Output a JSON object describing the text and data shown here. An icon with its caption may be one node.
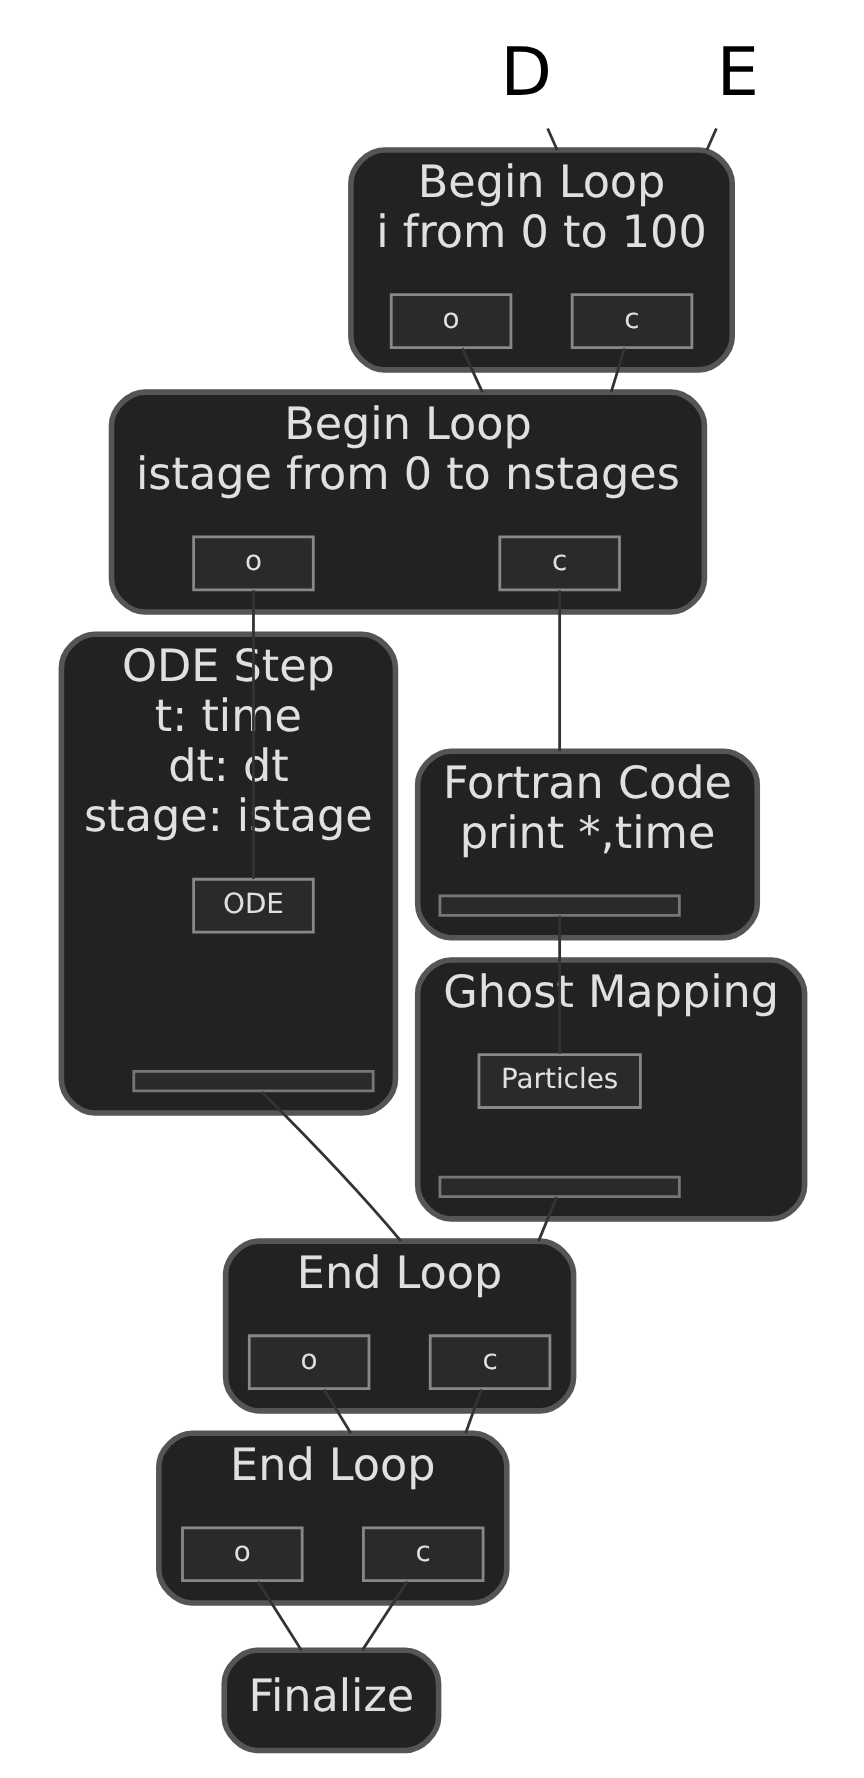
{
  "diagram": {
    "nodes": [
      {
        "text": [
          "D"
        ]
      },
      {
        "text": [
          "E"
        ]
      },
      {
        "text": [
          "Begin Loop",
          "i from 0 to 100"
        ]
      },
      {
        "text": [
          "c"
        ],
        "in": 2
      },
      {
        "text": [
          "o"
        ],
        "in": 2
      },
      {
        "text": [
          "Begin Loop",
          "istage from 0 to nstages"
        ]
      },
      {
        "text": [
          "c"
        ],
        "in": 5
      },
      {
        "text": [
          "o"
        ],
        "in": 5
      },
      {
        "text": [
          "Fortran Code",
          "print *,time"
        ]
      },
      {
        "text": [],
        "shape": "bar",
        "in": 8
      },
      {
        "text": [
          "Ghost Mapping"
        ]
      },
      {
        "text": [
          "Particles"
        ],
        "in": 10
      },
      {
        "text": [],
        "shape": "bar",
        "in": 10
      },
      {
        "text": [
          "ODE Step",
          "t: time",
          "dt: dt",
          "stage: istage"
        ]
      },
      {
        "text": [
          "ODE"
        ],
        "in": 13
      },
      {
        "text": [],
        "shape": "bar",
        "in": 13
      },
      {
        "text": [
          "End Loop"
        ]
      },
      {
        "text": [
          "c"
        ],
        "in": 16
      },
      {
        "text": [
          "o"
        ],
        "in": 16
      },
      {
        "text": [
          "End Loop"
        ]
      },
      {
        "text": [
          "c"
        ],
        "in": 19
      },
      {
        "text": [
          "o"
        ],
        "in": 19
      },
      {
        "text": [
          "Finalize"
        ]
      }
    ],
    "edges": [
      {
        "from": 0,
        "to": 2,
        "arrow": "none"
      },
      {
        "from": 1,
        "to": 2,
        "arrow": "none"
      },
      {
        "from": 3,
        "to": 5,
        "arrow": "none"
      },
      {
        "from": 4,
        "to": 5,
        "arrow": "none"
      },
      {
        "from": 6,
        "to": 8,
        "arrow": "none"
      },
      {
        "from": 9,
        "to": 11,
        "arrow": "none"
      },
      {
        "from": 7,
        "to": 14,
        "arrow": "none"
      },
      {
        "from": 12,
        "to": 16,
        "arrow": "none"
      },
      {
        "from": 15,
        "to": 16,
        "arrow": "none"
      },
      {
        "from": 17,
        "to": 19,
        "arrow": "none"
      },
      {
        "from": 18,
        "to": 19,
        "arrow": "none"
      },
      {
        "from": 20,
        "to": 22,
        "arrow": "none"
      },
      {
        "from": 21,
        "to": 22,
        "arrow": "none"
      }
    ]
  }
}
